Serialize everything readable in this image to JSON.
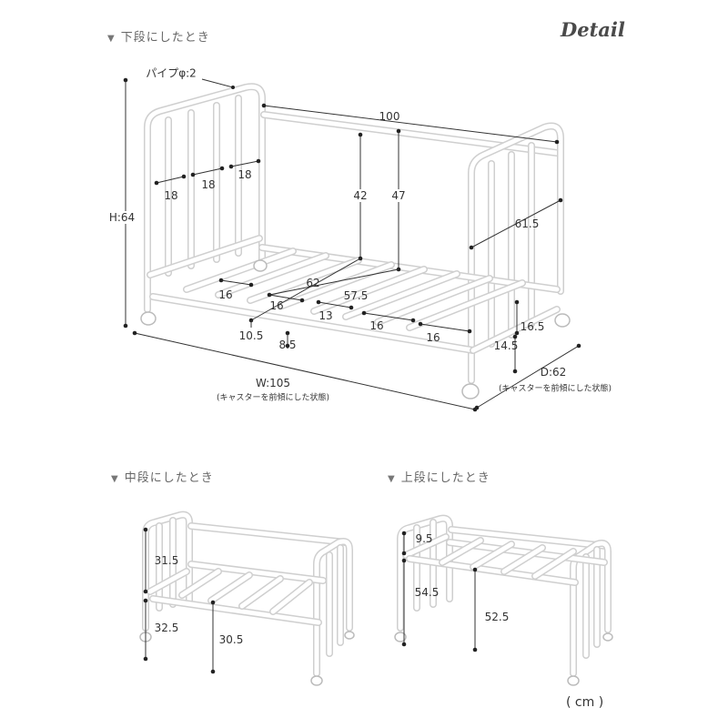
{
  "headings": {
    "lower": "下段にしたとき",
    "middle": "中段にしたとき",
    "upper": "上段にしたとき",
    "brand": "Detail",
    "unit": "( cm )"
  },
  "dimensions": {
    "pipe": "パイプφ:2",
    "width_top": "100",
    "slot1": "18",
    "slot2": "18",
    "slot3": "18",
    "height": "H:64",
    "inner42": "42",
    "inner47": "47",
    "side615": "61.5",
    "d62": "62",
    "d575": "57.5",
    "s16a": "16",
    "s16b": "16",
    "s13": "13",
    "s16c": "16",
    "s16d": "16",
    "h105": "10.5",
    "h85": "8.5",
    "h165": "16.5",
    "h145": "14.5",
    "w105": "W:105",
    "d62b": "D:62",
    "caster_note_w": "(キャスターを前傾にした状態)",
    "caster_note_d": "(キャスターを前傾にした状態)",
    "m315": "31.5",
    "m325": "32.5",
    "m305": "30.5",
    "u95": "9.5",
    "u545": "54.5",
    "u525": "52.5"
  }
}
